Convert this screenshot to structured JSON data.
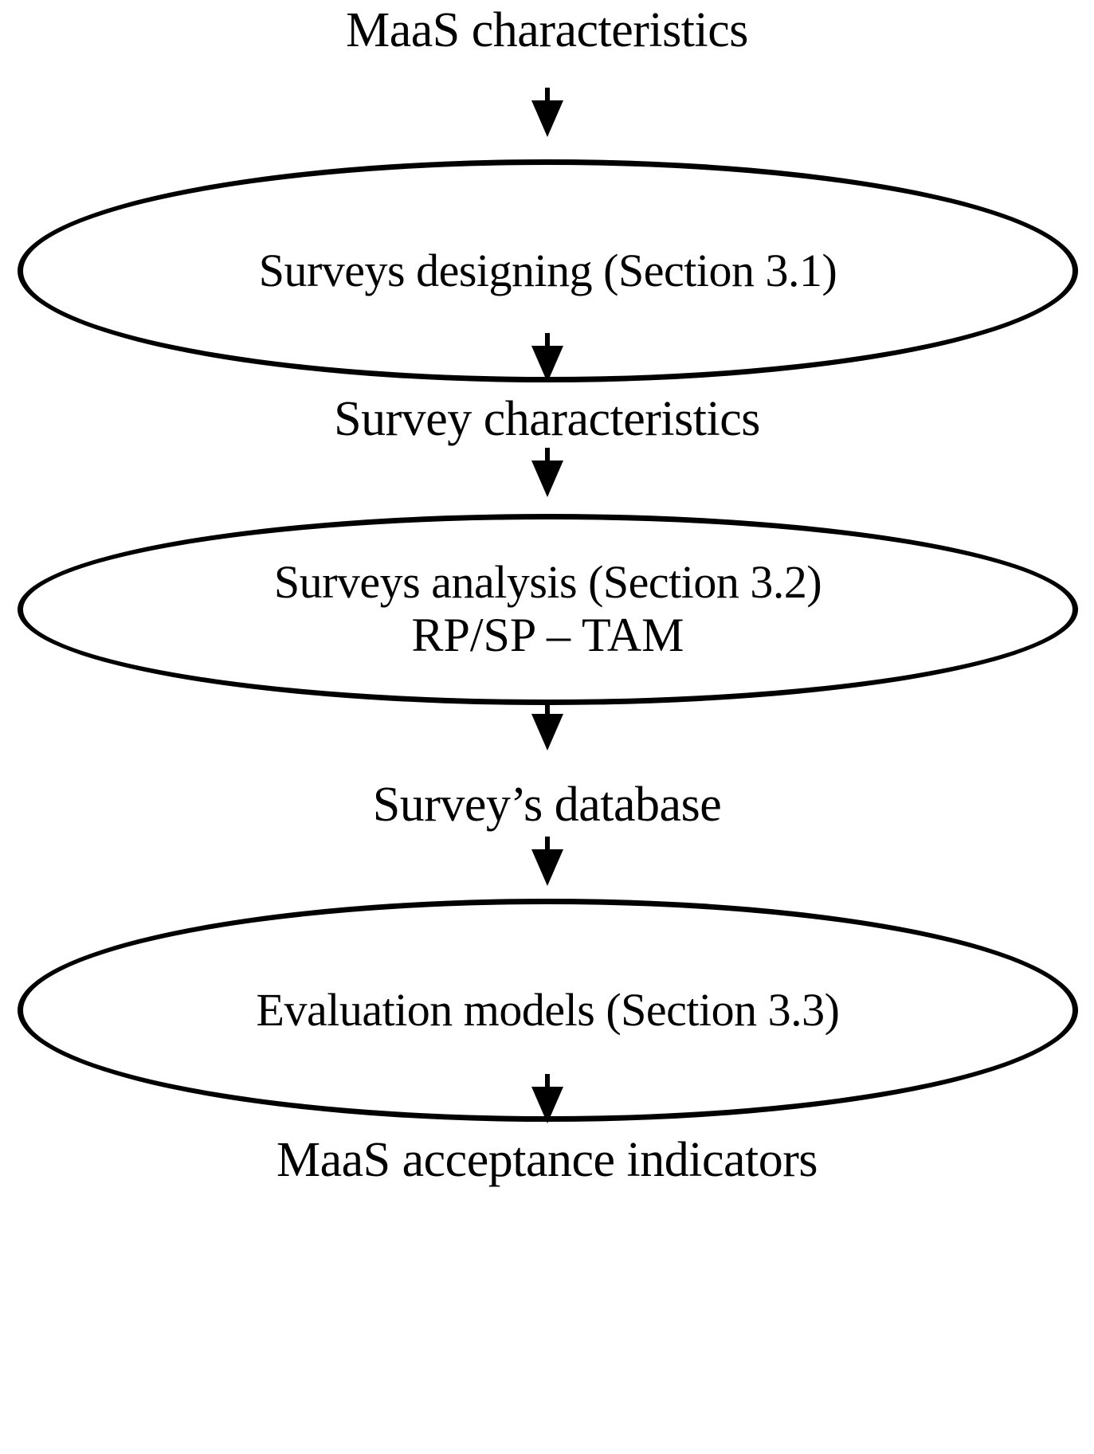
{
  "diagram": {
    "title": "MaaS methodology flowchart",
    "orientation": "top-to-bottom",
    "background_color": "#ffffff",
    "stroke_color": "#000000",
    "nodes": [
      {
        "id": "n1",
        "type": "text",
        "label": "MaaS characteristics"
      },
      {
        "id": "n2",
        "type": "ellipse",
        "label": "Surveys designing (Section 3.1)",
        "label2": ""
      },
      {
        "id": "n3",
        "type": "text",
        "label": "Survey characteristics"
      },
      {
        "id": "n4",
        "type": "ellipse",
        "label": "Surveys analysis (Section 3.2)",
        "label2": "RP/SP – TAM"
      },
      {
        "id": "n5",
        "type": "text",
        "label": "Survey’s database"
      },
      {
        "id": "n6",
        "type": "ellipse",
        "label": "Evaluation models (Section 3.3)",
        "label2": ""
      },
      {
        "id": "n7",
        "type": "text",
        "label": "MaaS acceptance indicators"
      }
    ],
    "edges": [
      {
        "from": "n1",
        "to": "n2",
        "arrow": "down-filled-triangle"
      },
      {
        "from": "n2",
        "to": "n3",
        "arrow": "down-filled-triangle"
      },
      {
        "from": "n3",
        "to": "n4",
        "arrow": "down-filled-triangle"
      },
      {
        "from": "n4",
        "to": "n5",
        "arrow": "down-filled-triangle"
      },
      {
        "from": "n5",
        "to": "n6",
        "arrow": "down-filled-triangle"
      },
      {
        "from": "n6",
        "to": "n7",
        "arrow": "down-filled-triangle"
      }
    ]
  }
}
